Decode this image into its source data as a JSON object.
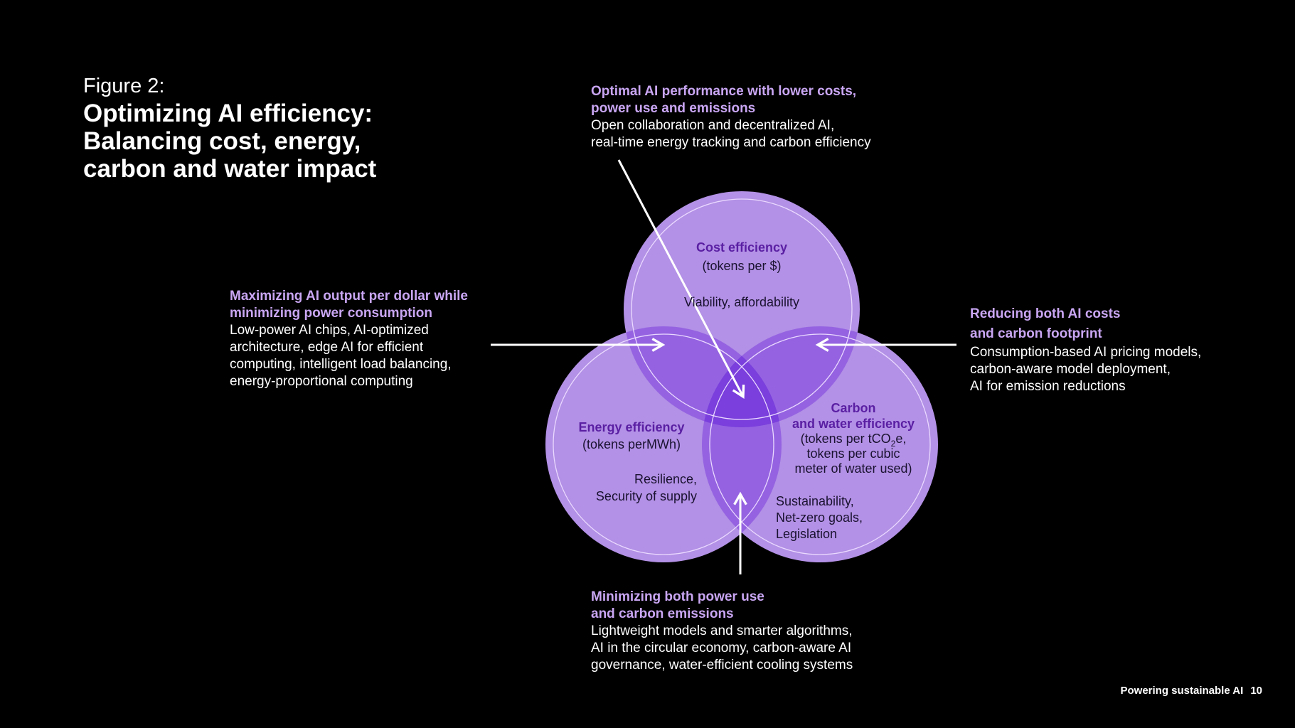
{
  "figure": {
    "label": "Figure 2:",
    "title_lines": [
      "Optimizing AI efficiency:",
      "Balancing cost, energy,",
      "carbon and water impact"
    ]
  },
  "callouts": {
    "top": {
      "heading": [
        "Optimal AI performance with lower costs,",
        "power use and emissions"
      ],
      "body": [
        "Open collaboration and decentralized AI,",
        "real-time energy tracking and carbon efficiency"
      ]
    },
    "left": {
      "heading": [
        "Maximizing AI output per dollar while",
        "minimizing power consumption"
      ],
      "body": [
        "Low-power AI chips, AI-optimized",
        "architecture, edge AI for efficient",
        "computing, intelligent load balancing,",
        "energy-proportional computing"
      ]
    },
    "right": {
      "heading": [
        "Reducing both AI costs",
        "and carbon footprint"
      ],
      "body": [
        "Consumption-based AI pricing models,",
        "carbon-aware model deployment,",
        "AI for emission reductions"
      ]
    },
    "bottom": {
      "heading": [
        "Minimizing both power use",
        "and carbon emissions"
      ],
      "body": [
        "Lightweight models and smarter algorithms,",
        "AI in the circular economy, carbon-aware AI",
        "governance, water-efficient cooling systems"
      ]
    }
  },
  "circles": {
    "cost": {
      "title": "Cost efficiency",
      "metric": "(tokens per $)",
      "benefit": "Viability, affordability"
    },
    "energy": {
      "title": "Energy efficiency",
      "metric": "(tokens perMWh)",
      "benefit_lines": [
        "Resilience,",
        "Security of supply"
      ]
    },
    "carbon": {
      "title_lines": [
        "Carbon",
        "and water efficiency"
      ],
      "metric_prefix": "(tokens per tCO",
      "metric_sub": "2",
      "metric_suffix": "e,",
      "metric_lines": [
        "tokens per cubic",
        "meter of water used)"
      ],
      "benefit_lines": [
        "Sustainability,",
        "Net-zero goals,",
        "Legislation"
      ]
    }
  },
  "colors": {
    "background": "#000000",
    "circle_fill": "#b391e6",
    "pair_overlap": "#9563e1",
    "center_overlap": "#7a3fdc",
    "callout_heading": "#c9a6f3",
    "circle_heading": "#5a1fa3"
  },
  "footer": {
    "title": "Powering sustainable AI",
    "page": "10"
  }
}
